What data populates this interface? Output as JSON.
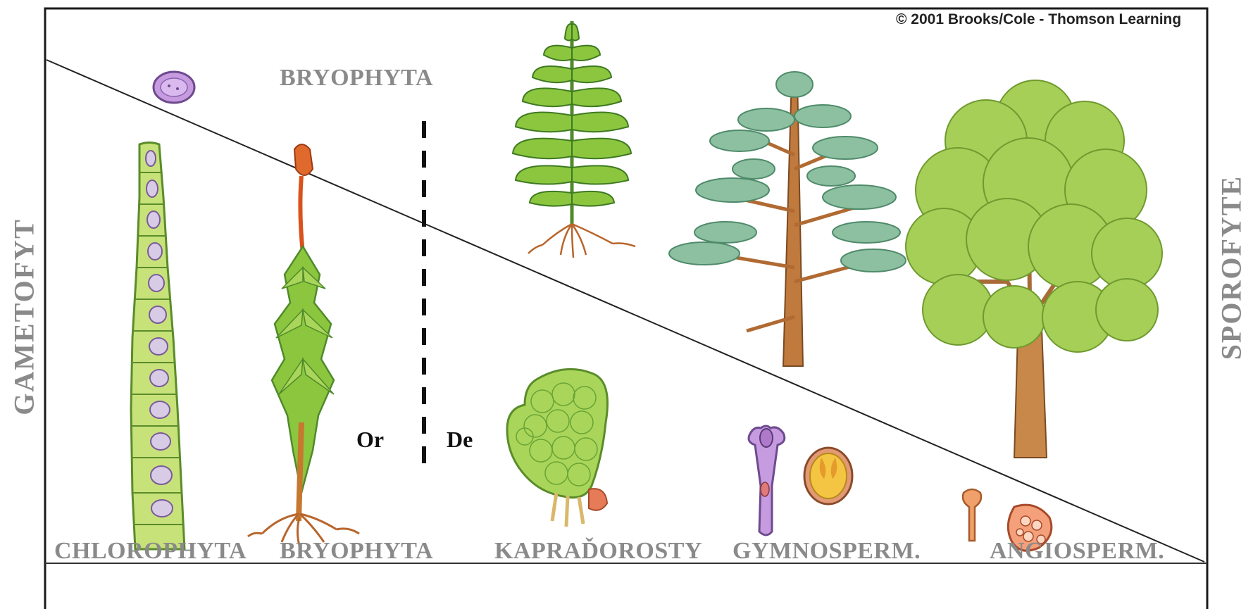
{
  "copyright": "© 2001 Brooks/Cole - Thomson Learning",
  "side_labels": {
    "left": "GAMETOFYT",
    "right": "SPOROFYTE"
  },
  "top_label": "BRYOPHYTA",
  "divider_labels": {
    "left": "Or",
    "right": "De"
  },
  "groups": [
    "CHLOROPHYTA",
    "BRYOPHYTA",
    "KAPRAĎOROSTY",
    "GYMNOSPERM.",
    "ANGIOSPERM."
  ],
  "colors": {
    "frame": "#1a1a1a",
    "label_gray": "#8a8a8a",
    "leaf_green": "#8cc63f",
    "dark_green": "#4f8a2a",
    "trunk_brown": "#b8743a",
    "moss_capsule": "#e05a2a",
    "purple": "#a57bc9",
    "yellow": "#f3c542"
  },
  "icons": [
    "spore-icon",
    "green-alga-filament",
    "moss-plant",
    "fern-frond",
    "fern-prothallus",
    "pine-tree",
    "pollen-tube",
    "pine-ovule",
    "deciduous-tree",
    "flower-pollen-tube",
    "embryo-sac"
  ]
}
